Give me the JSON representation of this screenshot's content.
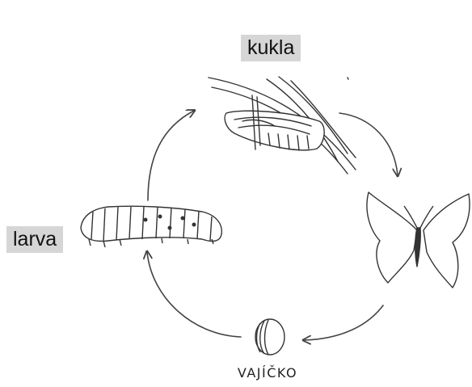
{
  "stages": {
    "pupa": "kukla",
    "larva": "larva",
    "egg": "VAJÍČKO"
  },
  "colors": {
    "label_background": "#d6d6d6",
    "ink": "#333333"
  },
  "icons": [
    "branch-with-pupa-icon",
    "butterfly-icon",
    "egg-icon",
    "caterpillar-icon",
    "cycle-arrow-icon"
  ]
}
